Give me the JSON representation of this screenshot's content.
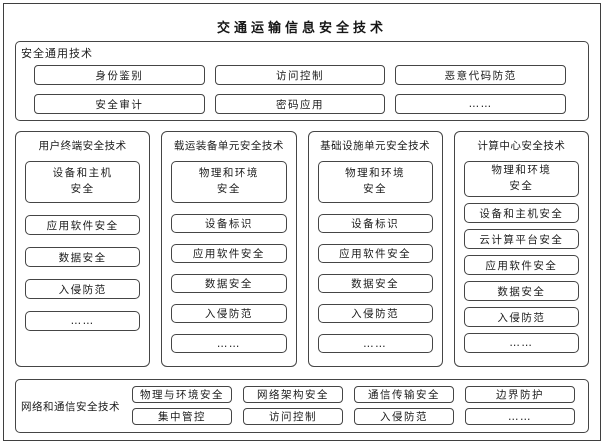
{
  "colors": {
    "border": "#454545",
    "text": "#1b1b1b",
    "background": "#ffffff"
  },
  "title": "交通运输信息安全技术",
  "general_section": {
    "label": "安全通用技术",
    "items": [
      "身份鉴别",
      "访问控制",
      "恶意代码防范",
      "安全审计",
      "密码应用",
      "……"
    ]
  },
  "columns": [
    {
      "title": "用户终端安全技术",
      "items": [
        "设备和主机\n安全",
        "应用软件安全",
        "数据安全",
        "入侵防范",
        "……"
      ]
    },
    {
      "title": "载运装备单元安全技术",
      "items": [
        "物理和环境\n安全",
        "设备标识",
        "应用软件安全",
        "数据安全",
        "入侵防范",
        "……"
      ]
    },
    {
      "title": "基础设施单元安全技术",
      "items": [
        "物理和环境\n安全",
        "设备标识",
        "应用软件安全",
        "数据安全",
        "入侵防范",
        "……"
      ]
    },
    {
      "title": "计算中心安全技术",
      "items": [
        "物理和环境\n安全",
        "设备和主机安全",
        "云计算平台安全",
        "应用软件安全",
        "数据安全",
        "入侵防范",
        "……"
      ]
    }
  ],
  "network_section": {
    "label": "网络和通信安全技术",
    "items": [
      "物理与环境安全",
      "网络架构安全",
      "通信传输安全",
      "边界防护",
      "集中管控",
      "访问控制",
      "入侵防范",
      "……"
    ]
  }
}
